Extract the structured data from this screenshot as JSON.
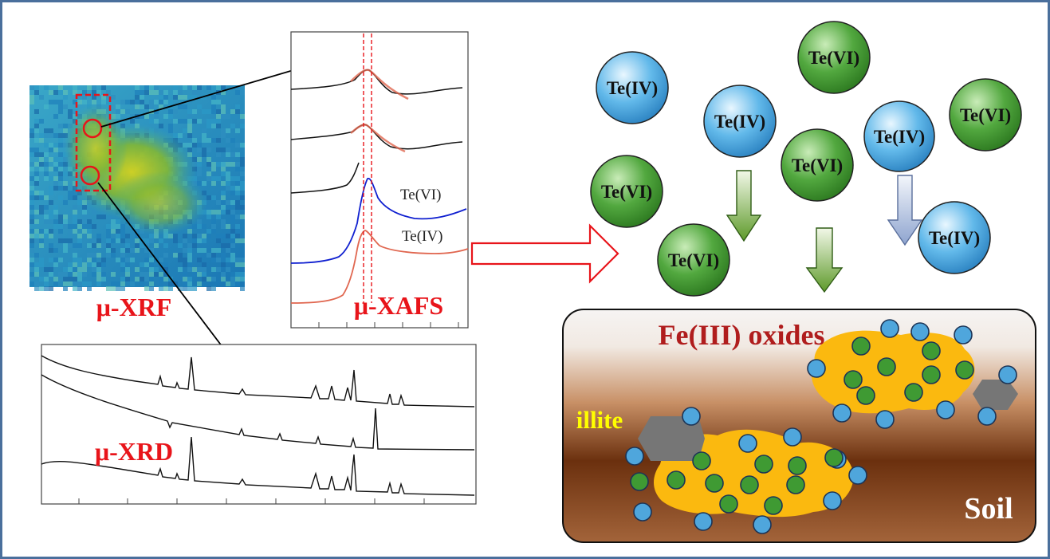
{
  "colors": {
    "frame": "#4a6f9c",
    "panel_label": "#e8141a",
    "arrow_red": "#e8141a",
    "blue_particle": "#4fa6dc",
    "green_particle": "#3f9a33",
    "oxide_yellow": "#fbb90f",
    "illite_gray": "#767676",
    "soil_top": "#f5f3f1",
    "soil_mid": "#c28253",
    "soil_dark": "#6b300e",
    "fe_oxide_text": "#b01d1d",
    "illite_text": "#ffff00",
    "te_vi_curve": "#1020d0",
    "te_iv_curve": "#e0664f"
  },
  "labels": {
    "uxrf": "μ-XRF",
    "uxafs": "μ-XAFS",
    "uxrd": "μ-XRD",
    "curve_te_vi": "Te(VI)",
    "curve_te_iv": "Te(IV)",
    "fe_oxides": "Fe(III) oxides",
    "illite": "illite",
    "soil": "Soil"
  },
  "particles": [
    {
      "label": "Te(IV)",
      "kind": "blue"
    },
    {
      "label": "Te(VI)",
      "kind": "green"
    },
    {
      "label": "Te(IV)",
      "kind": "blue"
    },
    {
      "label": "Te(IV)",
      "kind": "blue"
    },
    {
      "label": "Te(VI)",
      "kind": "green"
    },
    {
      "label": "Te(VI)",
      "kind": "green"
    },
    {
      "label": "Te(VI)",
      "kind": "green"
    },
    {
      "label": "Te(IV)",
      "kind": "blue"
    },
    {
      "label": "Te(VI)",
      "kind": "green"
    }
  ],
  "icons": {
    "down_arrow": "arrow-down-icon",
    "right_arrow": "arrow-right-icon"
  }
}
